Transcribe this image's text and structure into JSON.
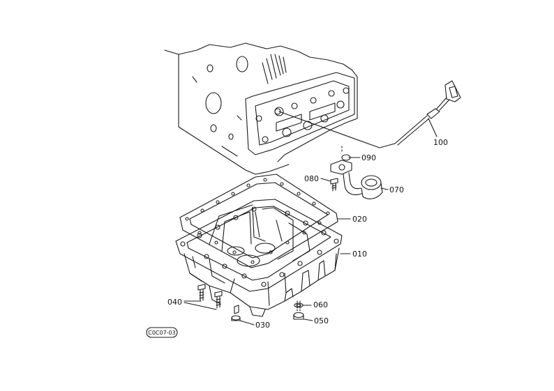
{
  "diagram": {
    "parts": [
      {
        "id": "p010",
        "label": "010"
      },
      {
        "id": "p020",
        "label": "020"
      },
      {
        "id": "p030",
        "label": "030"
      },
      {
        "id": "p040",
        "label": "040"
      },
      {
        "id": "p050",
        "label": "050"
      },
      {
        "id": "p060",
        "label": "060"
      },
      {
        "id": "p070",
        "label": "070"
      },
      {
        "id": "p080",
        "label": "080"
      },
      {
        "id": "p090",
        "label": "090"
      },
      {
        "id": "p100",
        "label": "100"
      }
    ],
    "figure_ref": "C0C07-03"
  }
}
